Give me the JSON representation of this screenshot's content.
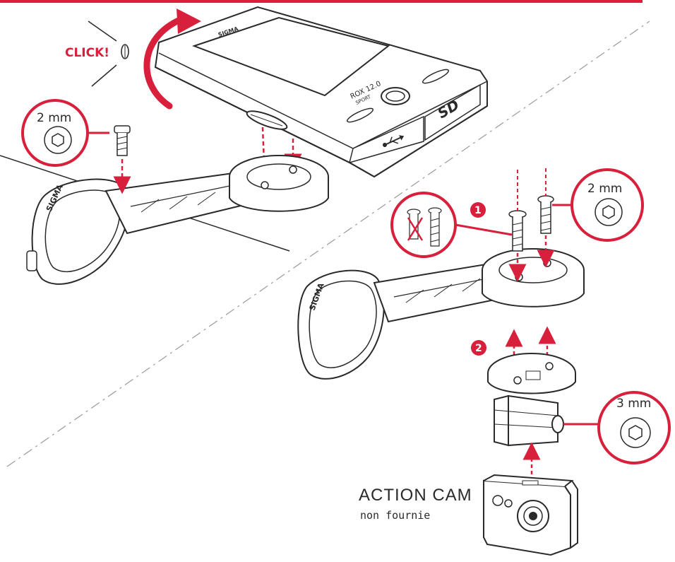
{
  "colors": {
    "accent": "#d81f3b",
    "line": "#2a2a2a"
  },
  "labels": {
    "click": "CLICK!",
    "size_top_left": "2 mm",
    "size_top_right": "2 mm",
    "size_bottom_right": "3 mm",
    "step_1": "1",
    "step_2": "2",
    "action_cam": "ACTION CAM",
    "action_cam_note": "non fournie"
  },
  "device": {
    "brand": "SIGMA",
    "model": "ROX 12.0",
    "model_sub": "SPORT",
    "sd_label": "SD"
  },
  "icons": [
    "hex-key-icon",
    "screw-icon",
    "crossed-screw-icon",
    "usb-icon",
    "rotate-arrow-icon",
    "click-icon"
  ]
}
